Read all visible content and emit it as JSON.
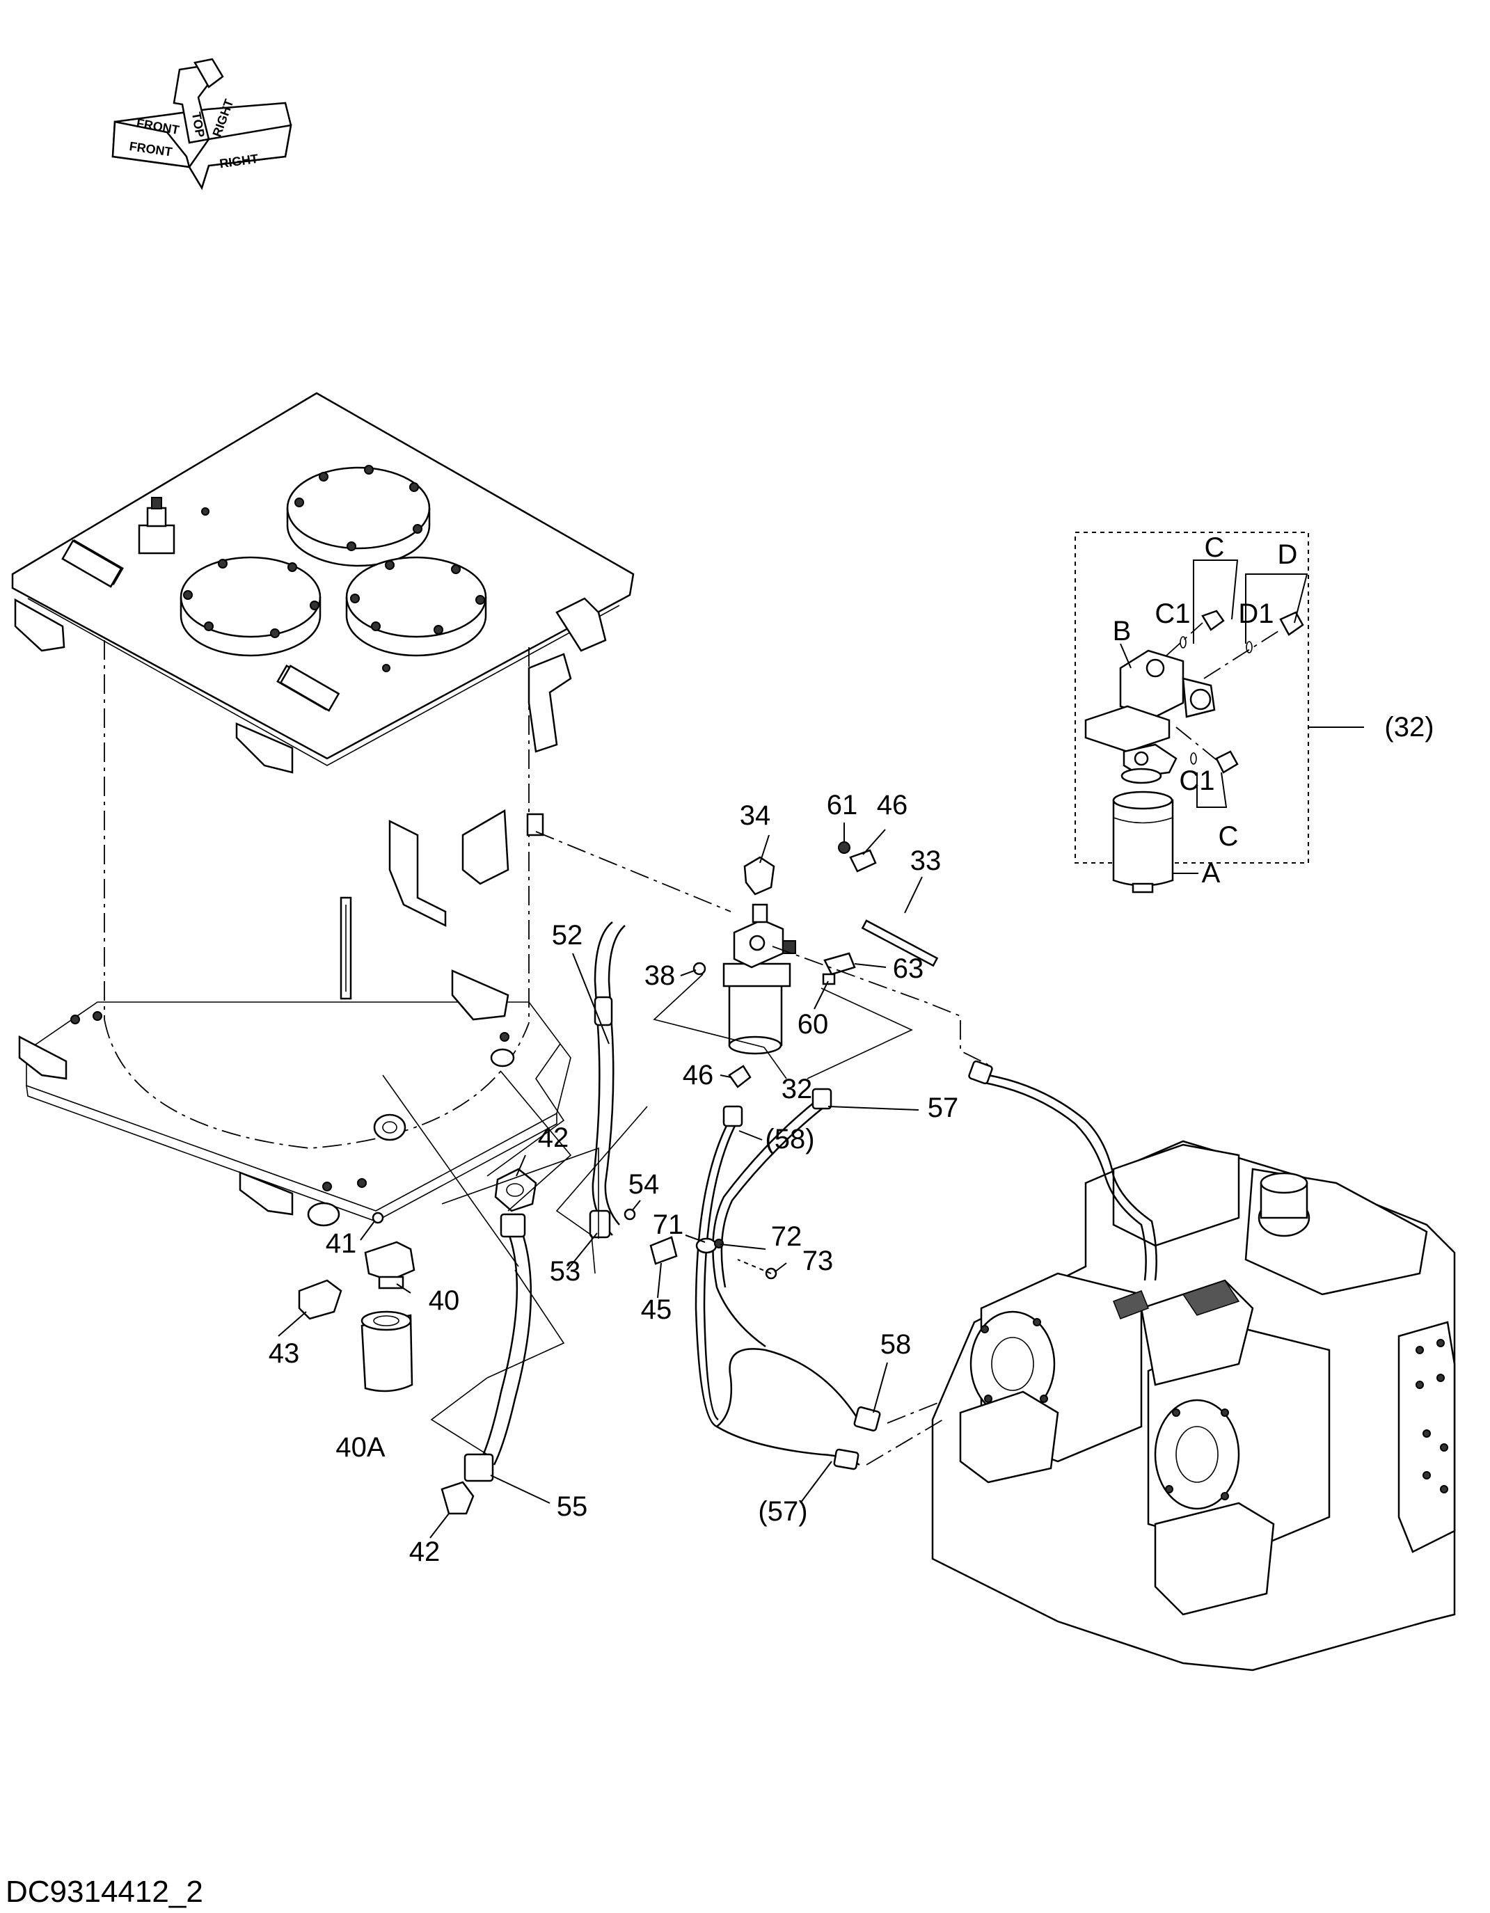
{
  "drawing_code": "DC9314412_2",
  "orientation": {
    "front_upper": "FRONT",
    "top": "TOP",
    "right_upper": "RIGHT",
    "front": "FRONT",
    "right": "RIGHT"
  },
  "callouts": {
    "c34": "34",
    "c61": "61",
    "c46a": "46",
    "c33": "33",
    "c52": "52",
    "c38": "38",
    "c63": "63",
    "c60": "60",
    "c46b": "46",
    "c32": "32",
    "c57a": "57",
    "c58a": "(58)",
    "c54": "54",
    "c71": "71",
    "c72": "72",
    "c73": "73",
    "c42a": "42",
    "c41": "41",
    "c40": "40",
    "c53": "53",
    "c45": "45",
    "c43": "43",
    "c40a": "40A",
    "c58b": "58",
    "c57b": "(57)",
    "c55": "55",
    "c42b": "42"
  },
  "detail": {
    "ref": "(32)",
    "C_top": "C",
    "C1_top": "C1",
    "D_top": "D",
    "D1_top": "D1",
    "B": "B",
    "C1_bottom": "C1",
    "C_bottom": "C",
    "A": "A"
  }
}
